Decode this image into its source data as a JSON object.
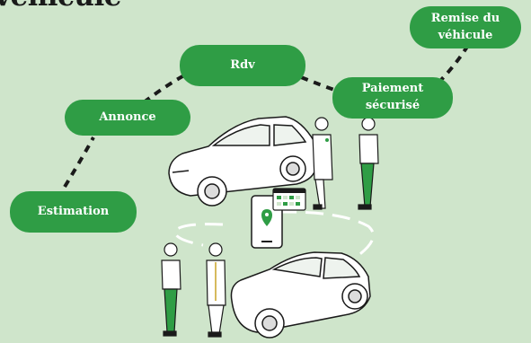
{
  "title": "véhicule",
  "steps": [
    {
      "label": "Estimation"
    },
    {
      "label": "Annonce"
    },
    {
      "label": "Rdv"
    },
    {
      "label": "Paiement\nsécurisé"
    },
    {
      "label": "Remise du\nvéhicule"
    }
  ],
  "colors": {
    "background": "#cfe5cb",
    "pill": "#2f9d45",
    "accent_green": "#2f9d45",
    "ink": "#1a1a1a"
  }
}
